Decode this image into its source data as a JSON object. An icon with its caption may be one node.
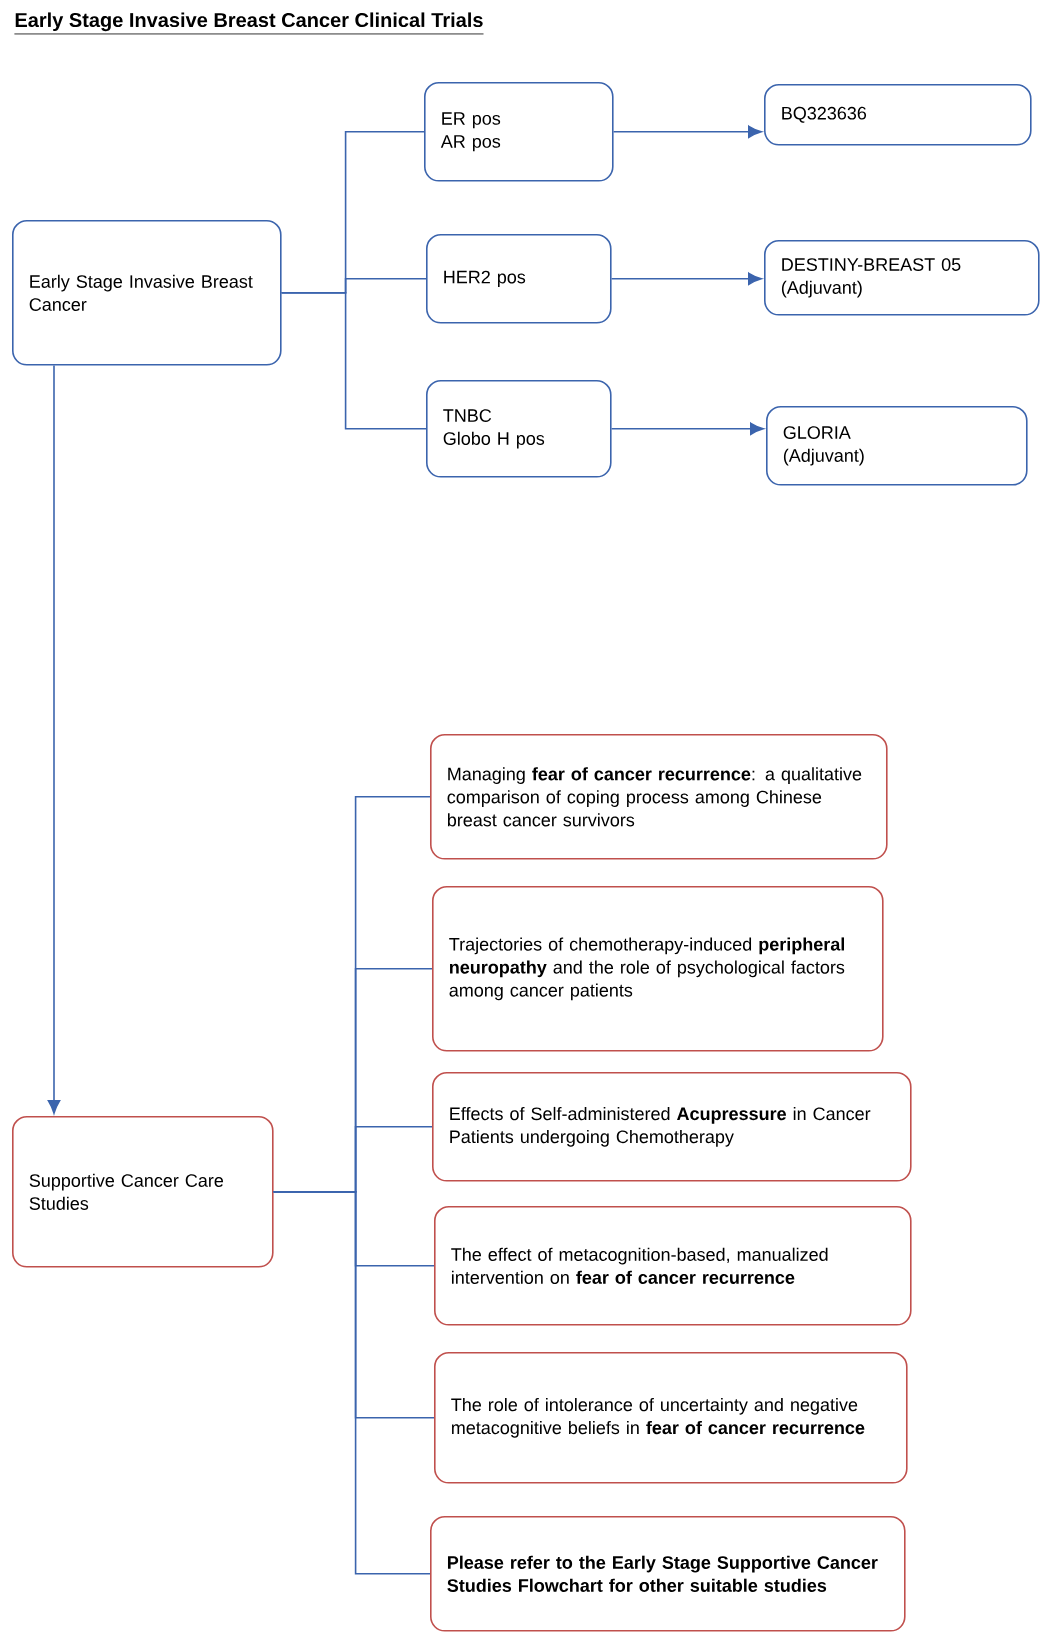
{
  "diagram": {
    "title": "Early Stage Invasive Breast Cancer Clinical Trials",
    "nodes": [
      {
        "text": [
          "Early Stage Invasive Breast Cancer"
        ]
      },
      {
        "text": [
          "ER pos",
          "AR pos"
        ]
      },
      {
        "text": [
          "HER2 pos"
        ]
      },
      {
        "text": [
          "TNBC",
          "Globo H pos"
        ]
      },
      {
        "text": [
          "BQ323636"
        ]
      },
      {
        "text": [
          "DESTINY-BREAST 05",
          "(Adjuvant)"
        ]
      },
      {
        "text": [
          "GLORIA",
          "(Adjuvant)"
        ]
      },
      {
        "text": [
          "Supportive Cancer Care Studies"
        ]
      },
      {
        "text": [
          "Managing **fear of cancer recurrence**: a qualitative comparison of coping process among Chinese breast cancer survivors"
        ]
      },
      {
        "text": [
          "Trajectories of chemotherapy-induced **peripheral neuropathy** and the role of psychological factors among cancer patients"
        ]
      },
      {
        "text": [
          "Effects of Self-administered **Acupressure** in Cancer Patients undergoing Chemotherapy"
        ]
      },
      {
        "text": [
          "The effect of metacognition-based, manualized intervention on **fear of cancer recurrence**"
        ]
      },
      {
        "text": [
          "The role of intolerance of uncertainty and negative metacognitive beliefs in **fear of cancer recurrence**"
        ]
      },
      {
        "text": [
          "Please refer to the Early Stage Supportive Cancer Studies Flowchart for other suitable studies"
        ]
      }
    ],
    "edges": [
      {
        "from": 0,
        "to": 1,
        "arrow": "none"
      },
      {
        "from": 0,
        "to": 2,
        "arrow": "none"
      },
      {
        "from": 0,
        "to": 3,
        "arrow": "none"
      },
      {
        "from": 1,
        "to": 4,
        "arrow": "to"
      },
      {
        "from": 2,
        "to": 5,
        "arrow": "to"
      },
      {
        "from": 3,
        "to": 6,
        "arrow": "to"
      },
      {
        "from": 0,
        "to": 7,
        "arrow": "to"
      },
      {
        "from": 7,
        "to": 8,
        "arrow": "none"
      },
      {
        "from": 7,
        "to": 9,
        "arrow": "none"
      },
      {
        "from": 7,
        "to": 10,
        "arrow": "none"
      },
      {
        "from": 7,
        "to": 11,
        "arrow": "none"
      },
      {
        "from": 7,
        "to": 12,
        "arrow": "none"
      },
      {
        "from": 7,
        "to": 13,
        "arrow": "none"
      }
    ]
  }
}
